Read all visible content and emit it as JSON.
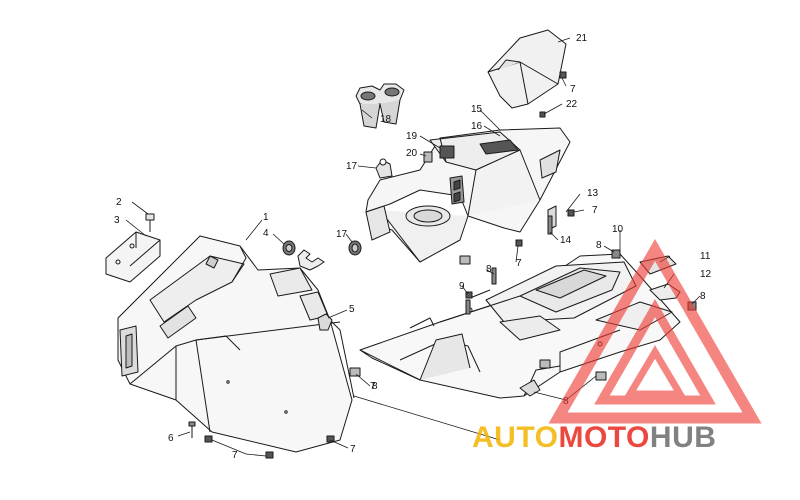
{
  "callouts": [
    "1",
    "2",
    "3",
    "4",
    "5",
    "6",
    "7",
    "7",
    "7",
    "7",
    "7",
    "7",
    "8",
    "8",
    "8",
    "8",
    "8",
    "9",
    "10",
    "11",
    "12",
    "13",
    "14",
    "15",
    "16",
    "17",
    "17",
    "18",
    "19",
    "20",
    "21",
    "22"
  ],
  "watermark": {
    "part1": "AUTO",
    "part2": "MOTO",
    "part3": "HUB",
    "color_auto": "#f2b400",
    "color_moto": "#e8281e",
    "color_hub": "#6b6b6b",
    "triangle_color": "#ef3b33"
  }
}
